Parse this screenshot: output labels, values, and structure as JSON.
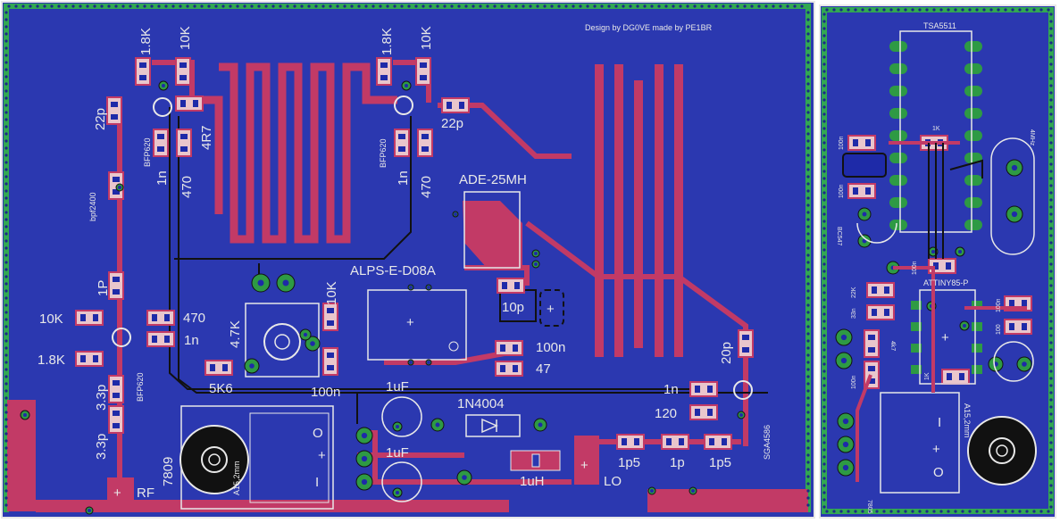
{
  "board": {
    "note": "Design by DG0VE made by PE1BR",
    "colors": {
      "background": "#2b38b0",
      "copper": "#c23a66",
      "outline": "#e8e8e8",
      "via": "#2e9a44",
      "pad_center": "#1e2aa8",
      "ground_edge": "#32a852",
      "dark_trace": "#111111"
    }
  },
  "left_labels": {
    "r_1k8_top": "1.8K",
    "r_10k_top": "10K",
    "c_22p_left": "22p",
    "q_bfp620_left": "BFP620",
    "r_4r7": "4R7",
    "c_1n_left": "1n",
    "r_470_left": "470",
    "bpf": "bpf2400",
    "r_1k8_mid": "1.8K",
    "r_10k_mid": "10K",
    "c_22p_mid": "22p",
    "q_bfp620_mid": "BFP620",
    "c_1n_mid": "1n",
    "r_470_mid": "470",
    "mixer": "ADE-25MH",
    "vco": "ALPS-E-D08A",
    "c_10p": "10p",
    "c_100n_right": "100n",
    "r_47": "47",
    "c_20p": "20p",
    "l_1p": "1P",
    "r_10k_bias": "10K",
    "r_470_bias": "470",
    "r_1k8_bias": "1.8K",
    "c_1n_bias": "1n",
    "q_bfp620_low": "BFP620",
    "c_3p3_a": "3.3p",
    "c_3p3_b": "3.3p",
    "pot_4k7": "4.7K",
    "r_10k_pot": "10K",
    "r_5k6": "5K6",
    "c_100n_pot": "100n",
    "c_1uf_top": "1uF",
    "diode": "1N4004",
    "c_1uf_bot": "1uF",
    "l_1uh": "1uH",
    "c_1n_amp": "1n",
    "r_120": "120",
    "amp": "SGA4586",
    "reg": "7809",
    "hole_a": "A15,2mm",
    "rf": "RF",
    "lo": "LO",
    "c_1p5_a": "1p5",
    "c_1p": "1p",
    "c_1p5_b": "1p5"
  },
  "right_labels": {
    "ic_tsa": "TSA5511",
    "c_100n_a": "100n",
    "c_100n_b": "100n",
    "r_1k_top": "1K",
    "crystal": "4MHz",
    "bc547": "BC547",
    "r_22k": "22K",
    "c_33n": "33n",
    "c_100n_c": "100n",
    "ic_attiny": "ATTINY85-P",
    "c_100n_d": "100n",
    "c_100n_e": "100",
    "r_4k7": "4k7",
    "c_100n_f": "100n",
    "r_1k_bot": "1K",
    "hole_b": "A15,2mm",
    "reg_b": "7805"
  }
}
